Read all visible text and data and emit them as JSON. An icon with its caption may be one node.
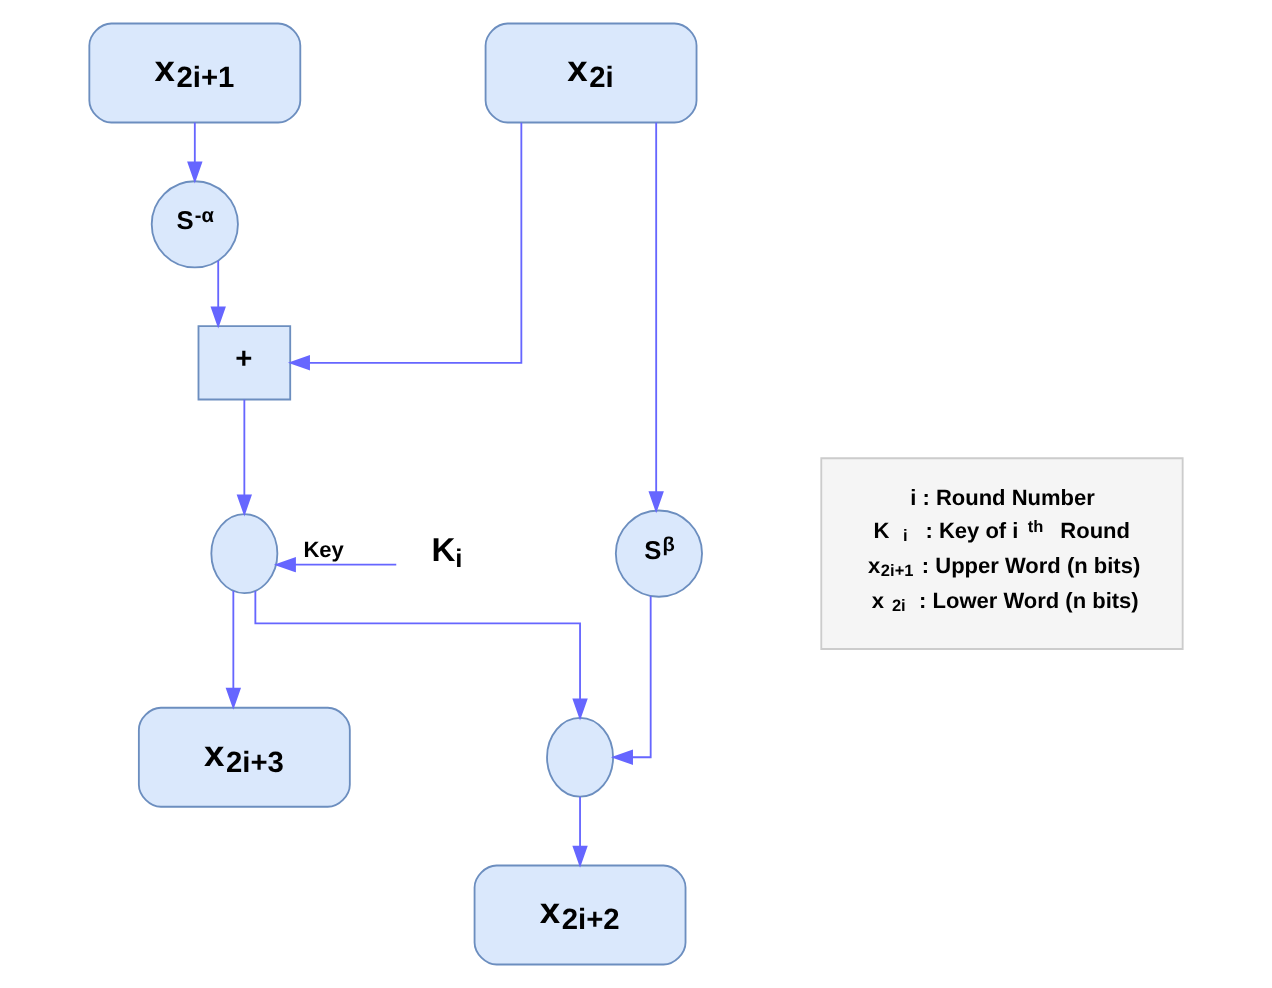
{
  "diagram": {
    "nodes": [
      {
        "text": [
          "x$_{2i+1}$"
        ]
      },
      {
        "text": [
          "x$_{2i}$"
        ]
      },
      {
        "text": [
          "S$^{-α}$"
        ]
      },
      {
        "text": [
          "+"
        ]
      },
      {
        "text": [],
        "shape": "circle"
      },
      {
        "text": [
          "K$_{i}$"
        ]
      },
      {
        "text": [
          "S$^{β}$"
        ]
      },
      {
        "text": [],
        "shape": "circle"
      },
      {
        "text": [
          "x$_{2i+3}$"
        ]
      },
      {
        "text": [
          "x$_{2i+2}$"
        ]
      },
      {
        "text": [
          "i : Round Number",
          "K$_{i}$ : Key of i$^{th}$ Round",
          "x$_{2i+1}$ : Upper Word (n bits)",
          "x$_{2i}$ : Lower Word (n bits)"
        ]
      }
    ],
    "edges": [
      {
        "from": 0,
        "to": 2,
        "arrow": "to"
      },
      {
        "from": 2,
        "to": 3,
        "arrow": "to"
      },
      {
        "from": 1,
        "to": 3,
        "arrow": "to"
      },
      {
        "from": 3,
        "to": 4,
        "arrow": "to"
      },
      {
        "from": 5,
        "to": 4,
        "arrow": "to",
        "label": "Key"
      },
      {
        "from": 1,
        "to": 6,
        "arrow": "to"
      },
      {
        "from": 6,
        "to": 7,
        "arrow": "to"
      },
      {
        "from": 4,
        "to": 8,
        "arrow": "to"
      },
      {
        "from": 4,
        "to": 7,
        "arrow": "to"
      },
      {
        "from": 7,
        "to": 9,
        "arrow": "to"
      }
    ]
  }
}
